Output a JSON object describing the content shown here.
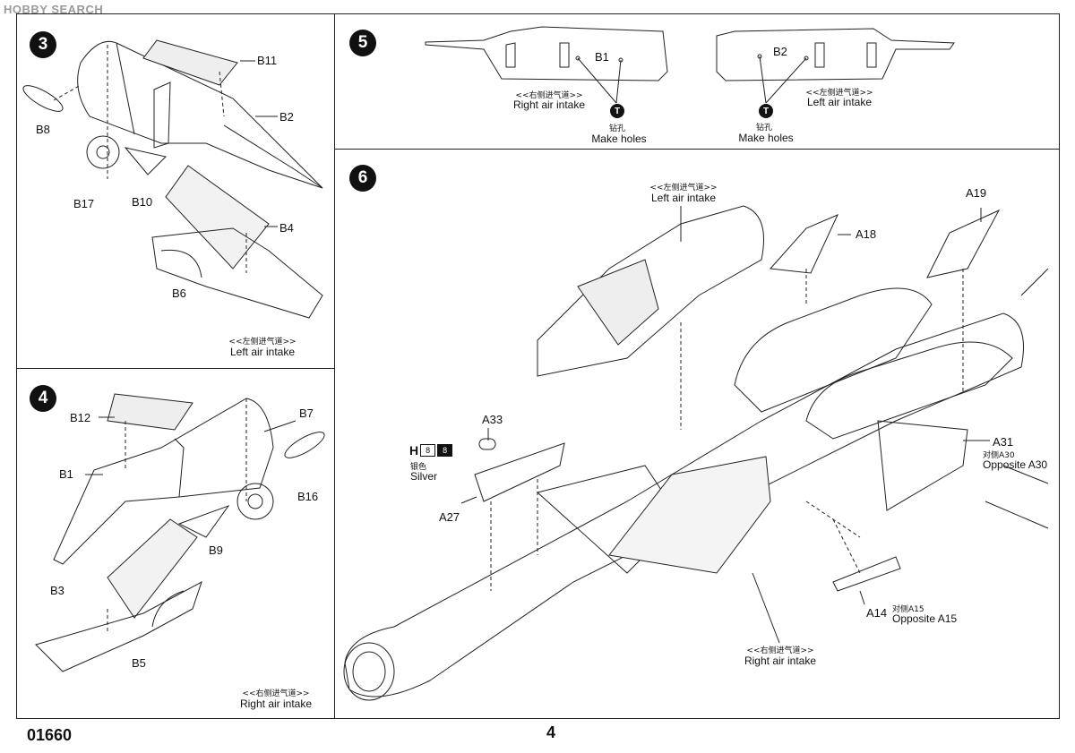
{
  "watermark": "HOBBY SEARCH",
  "footer": {
    "product_code": "01660",
    "page_number": "4"
  },
  "steps": [
    {
      "number": "3",
      "labels": [
        "B11",
        "B2",
        "B8",
        "B17",
        "B10",
        "B4",
        "B6"
      ],
      "note_cn": "<<左侧进气道>>",
      "note_en": "Left air intake"
    },
    {
      "number": "4",
      "labels": [
        "B12",
        "B7",
        "B1",
        "B16",
        "B9",
        "B3",
        "B5"
      ],
      "note_cn": "<<右侧进气道>>",
      "note_en": "Right air intake"
    },
    {
      "number": "5",
      "left": {
        "part": "B1",
        "note_cn": "<<右侧进气道>>",
        "note_en": "Right air intake",
        "drill_icon": "T",
        "drill_cn": "钻孔",
        "drill_en": "Make holes"
      },
      "right": {
        "part": "B2",
        "note_cn": "<<左侧进气道>>",
        "note_en": "Left air intake",
        "drill_icon": "T",
        "drill_cn": "钻孔",
        "drill_en": "Make holes"
      }
    },
    {
      "number": "6",
      "top_note_cn": "<<左侧进气道>>",
      "top_note_en": "Left air intake",
      "bottom_note_cn": "<<右侧进气道>>",
      "bottom_note_en": "Right air intake",
      "labels": {
        "a18": "A18",
        "a19": "A19",
        "a33": "A33",
        "a27": "A27",
        "a31": "A31",
        "a31_cn": "对侧A30",
        "a31_en": "Opposite A30",
        "a14": "A14",
        "a14_cn": "对侧A15",
        "a14_en": "Opposite A15"
      },
      "paint": {
        "letter": "H",
        "code1": "8",
        "code2": "8",
        "cn": "银色",
        "en": "Silver"
      }
    }
  ]
}
